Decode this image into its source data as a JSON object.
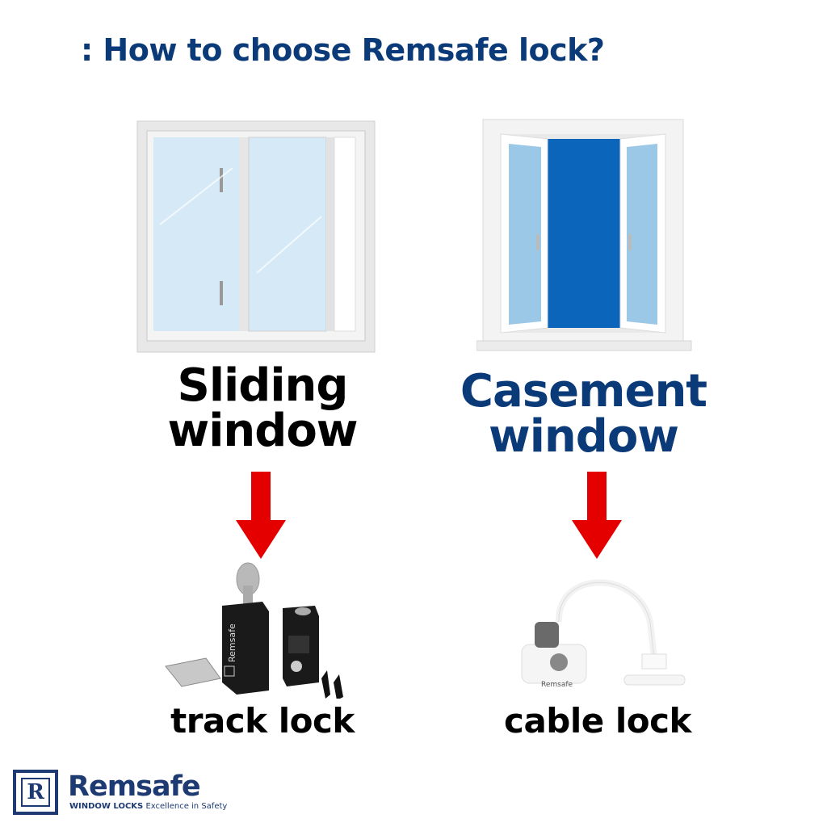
{
  "title": ": How to choose Remsafe lock?",
  "columns": [
    {
      "window_line1": "Sliding",
      "window_line2": "window",
      "window_color": "#000000",
      "product": "track lock"
    },
    {
      "window_line1": "Casement",
      "window_line2": "window",
      "window_color": "#0b3a78",
      "product": "cable lock"
    }
  ],
  "arrow_color": "#e50000",
  "logo": {
    "name": "Remsafe",
    "letter": "R",
    "tag_bold": "WINDOW LOCKS",
    "tag": "Excellence in Safety"
  }
}
